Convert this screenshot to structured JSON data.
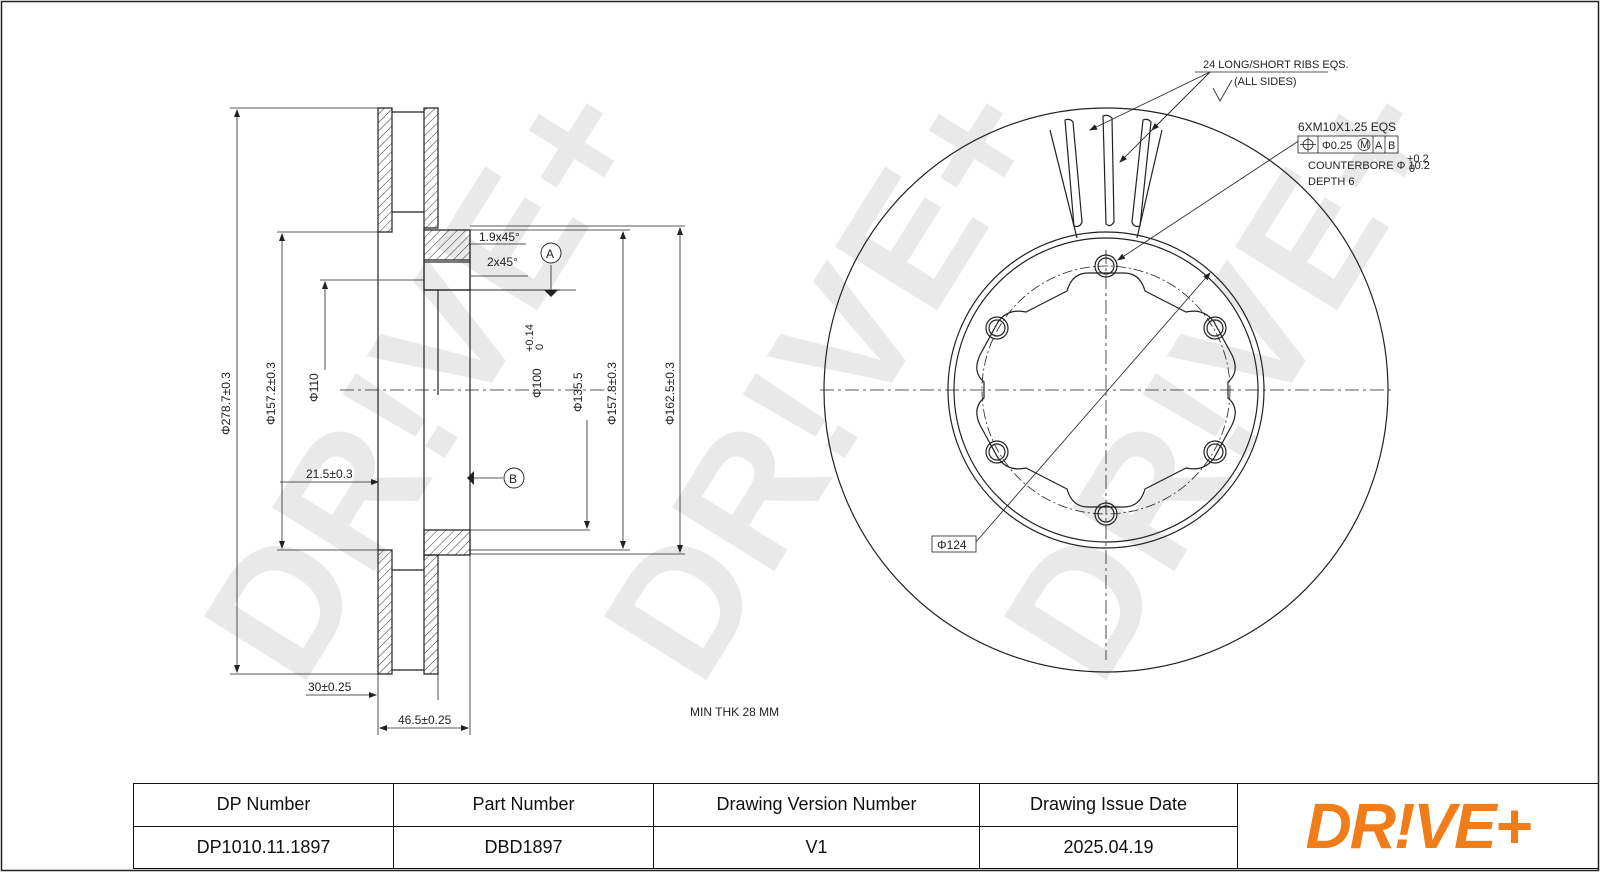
{
  "drawing": {
    "watermark": "DR!VE+",
    "dimensions": {
      "d_outer": "Φ278.7±0.3",
      "d_157_2": "Φ157.2±0.3",
      "d_110": "Φ110",
      "d_100": "Φ100",
      "d_100_tol_upper": "+0.14",
      "d_100_tol_lower": "0",
      "d_135_5": "Φ135.5",
      "d_157_8": "Φ157.8±0.3",
      "d_162_5": "Φ162.5±0.3",
      "offset_21_5": "21.5±0.3",
      "thickness_30": "30±0.25",
      "height_46_5": "46.5±0.25",
      "chamfer_1": "1.9x45°",
      "chamfer_2": "2x45°",
      "datum_a": "A",
      "datum_b": "B",
      "pcd_124": "Φ124"
    },
    "notes": {
      "ribs": "24 LONG/SHORT RIBS EQS.",
      "all_sides": "(ALL SIDES)",
      "holes": "6XM10X1.25 EQS",
      "tolerance_value": "Φ0.25",
      "tolerance_modifier": "M",
      "tolerance_datum_a": "A",
      "tolerance_datum_b": "B",
      "counterbore": "COUNTERBORE Φ 10.2",
      "counterbore_tol_upper": "+0.2",
      "counterbore_tol_lower": "0",
      "depth": "DEPTH  6",
      "min_thk": "MIN THK 28 MM"
    }
  },
  "title_block": {
    "headers": [
      "DP Number",
      "Part Number",
      "Drawing Version Number",
      "Drawing Issue Date"
    ],
    "values": [
      "DP1010.11.1897",
      "DBD1897",
      "V1",
      "2025.04.19"
    ],
    "logo": "DR!VE+",
    "logo_color": "#f07d1a"
  }
}
